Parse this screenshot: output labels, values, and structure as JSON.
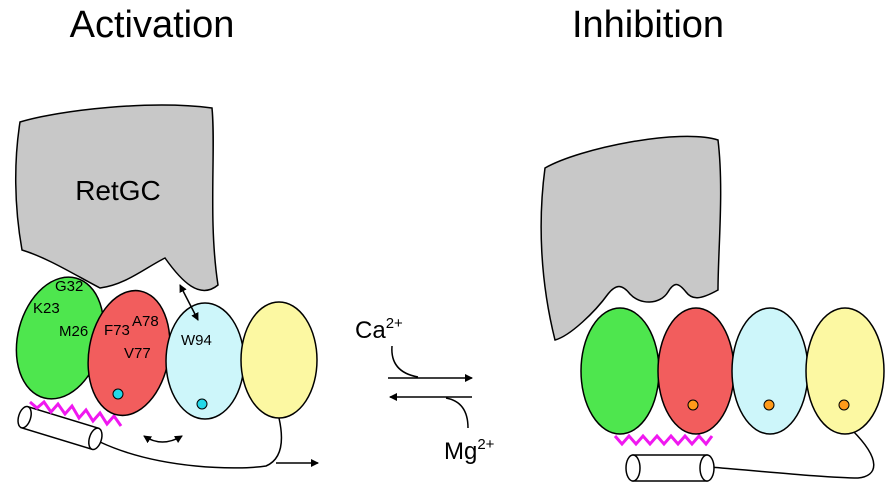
{
  "headings": {
    "activation": "Activation",
    "inhibition": "Inhibition"
  },
  "protein_label": "RetGC",
  "residues": {
    "g32": "G32",
    "k23": "K23",
    "m26": "M26",
    "f73": "F73",
    "a78": "A78",
    "v77": "V77",
    "w94": "W94"
  },
  "ions": {
    "calcium": {
      "symbol": "Ca",
      "charge": "2+"
    },
    "magnesium": {
      "symbol": "Mg",
      "charge": "2+"
    }
  },
  "colors": {
    "retgc": "#c8c8c8",
    "domain_green": "#4ee64e",
    "domain_red": "#f25d5d",
    "domain_cyan": "#cdf6fa",
    "domain_yellow": "#fcf8a2",
    "myristoyl": "#f018f0",
    "ion_bound_activation": "#22d8e8",
    "ion_bound_inhibition": "#ff9a1a"
  }
}
